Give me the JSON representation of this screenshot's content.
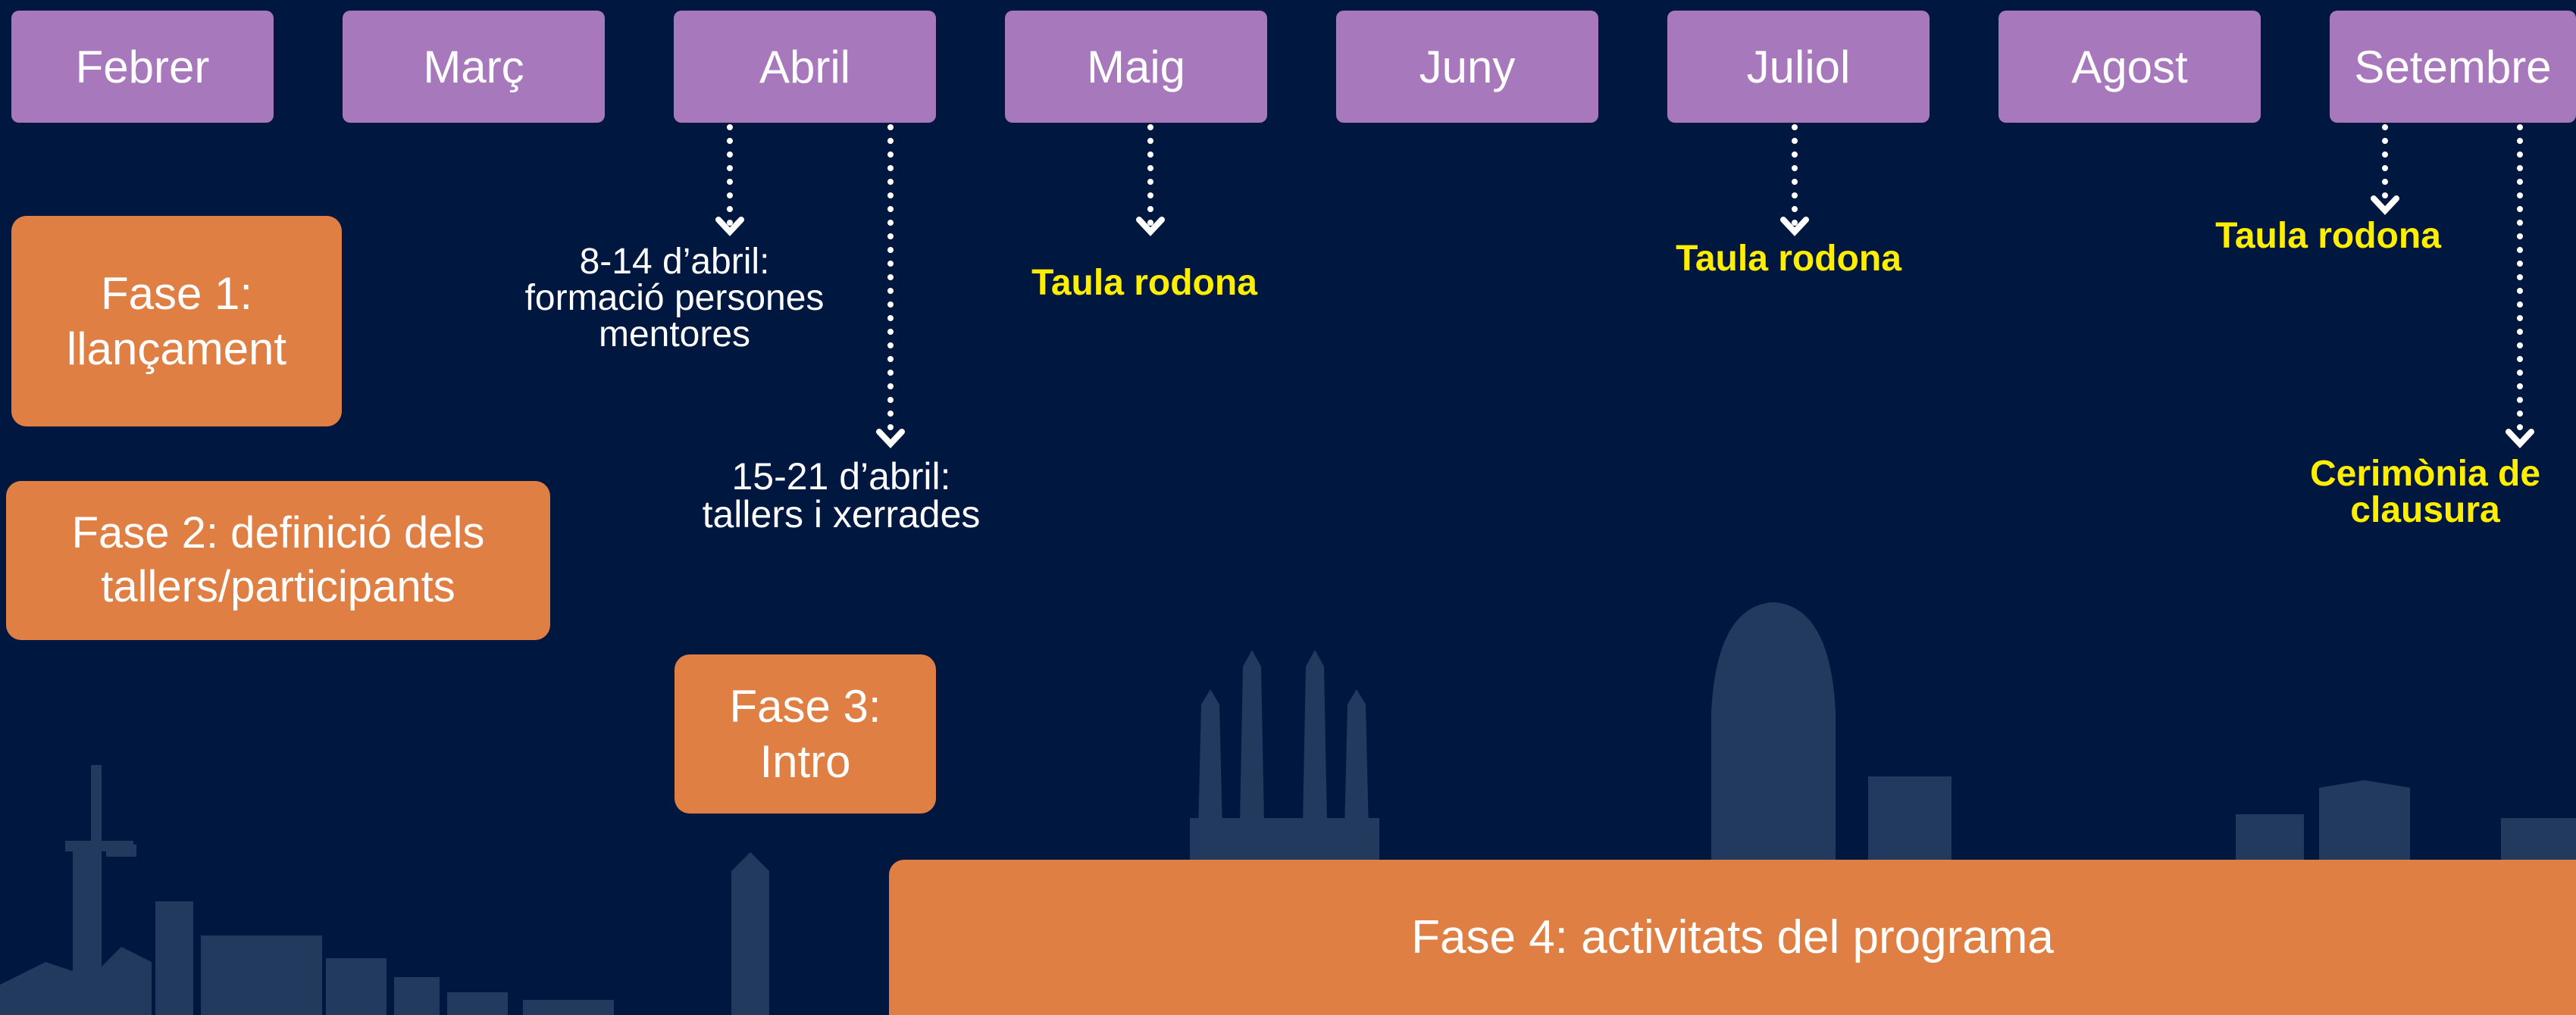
{
  "months": [
    "Febrer",
    "Març",
    "Abril",
    "Maig",
    "Juny",
    "Juliol",
    "Agost",
    "Setembre"
  ],
  "phases": {
    "phase1": [
      "Fase 1:",
      "llançament"
    ],
    "phase2": [
      "Fase 2: definició dels",
      "tallers/participants"
    ],
    "phase3": [
      "Fase 3:",
      "Intro"
    ],
    "phase4": "Fase 4: activitats del programa"
  },
  "notes": {
    "training": [
      "8-14 d’abril:",
      "formació persones",
      "mentores"
    ],
    "workshops": [
      "15-21 d’abril:",
      "tallers i xerrades"
    ]
  },
  "events": {
    "roundtable_may": "Taula rodona",
    "roundtable_july": "Taula rodona",
    "roundtable_september": "Taula rodona",
    "closing_ceremony": [
      "Cerimònia de",
      "clausura"
    ]
  },
  "colors": {
    "background": "#00173f",
    "month_box": "#a878bd",
    "phase_box": "#e07f44",
    "event_text": "#ffee00",
    "skyline": "#233a5f"
  }
}
